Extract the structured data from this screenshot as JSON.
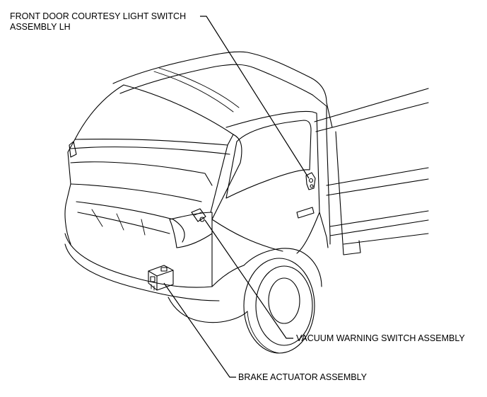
{
  "labels": {
    "front_door_switch": {
      "line1": "FRONT DOOR COURTESY LIGHT SWITCH",
      "line2": "ASSEMBLY LH"
    },
    "vacuum_switch": "VACUUM WARNING SWITCH ASSEMBLY",
    "brake_actuator": "BRAKE ACTUATOR ASSEMBLY"
  }
}
